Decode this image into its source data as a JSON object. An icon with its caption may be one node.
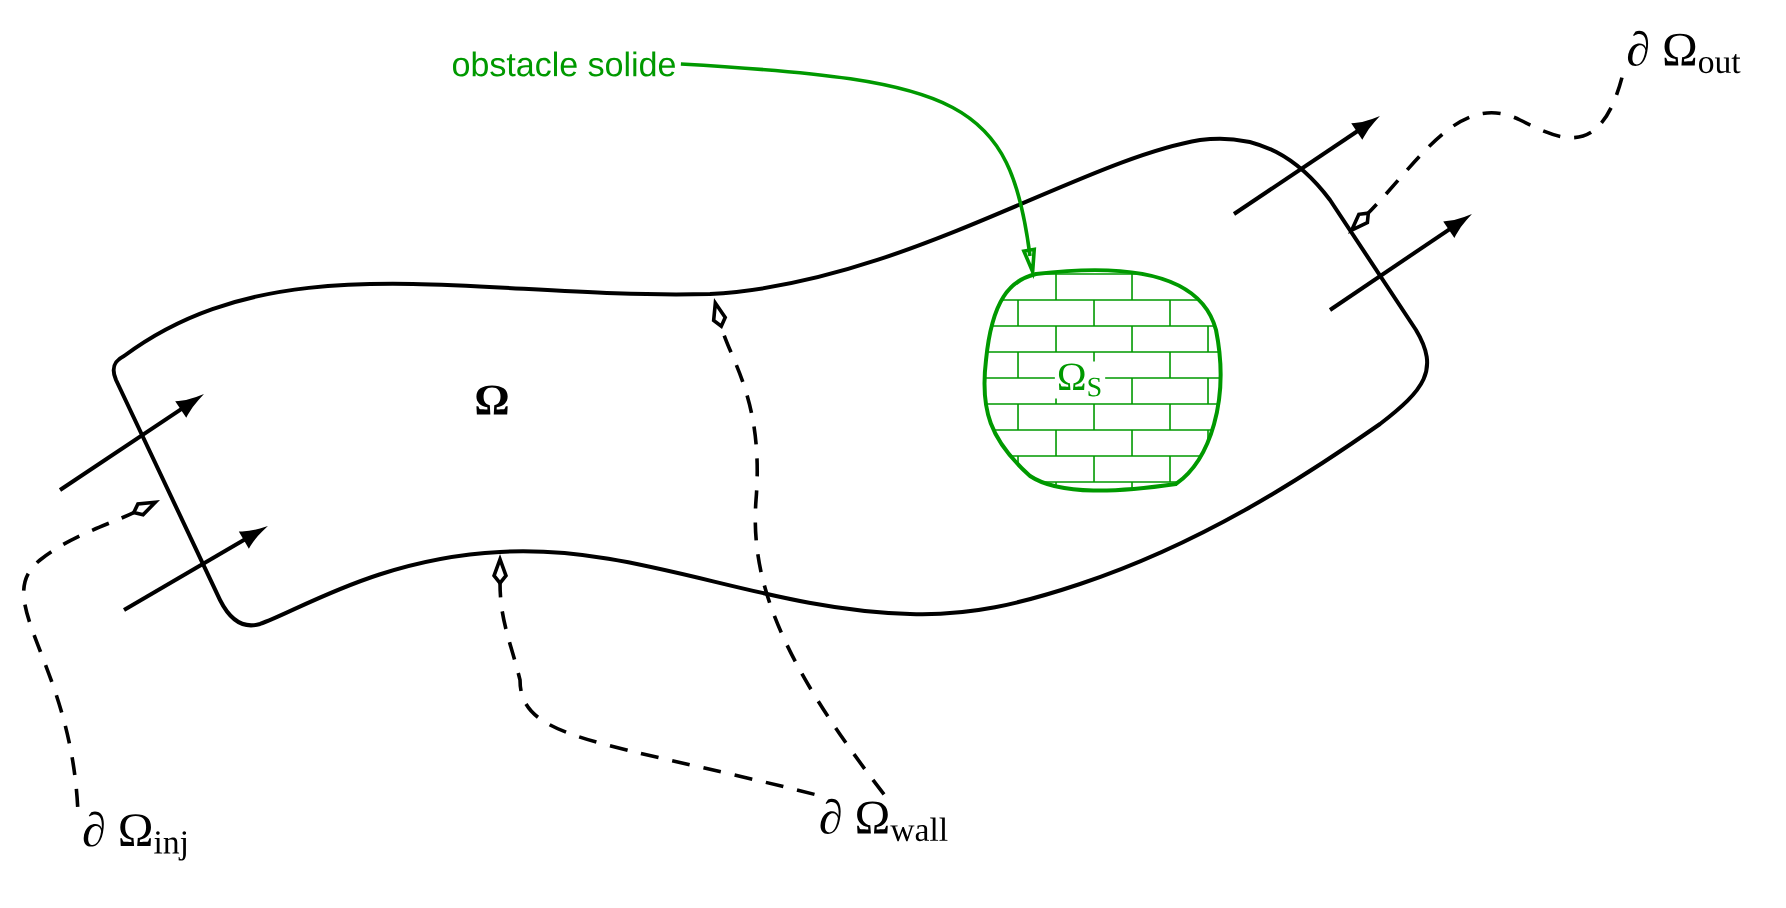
{
  "diagram": {
    "nodes": [
      {
        "text": [
          "Ω"
        ]
      },
      {
        "text": [
          "Ω$_{S}$"
        ],
        "in": 0
      },
      {
        "text": [
          "obstacle solide"
        ]
      },
      {
        "text": [
          "∂ Ω$_{inj}$"
        ]
      },
      {
        "text": [
          "∂ Ω$_{wall}$"
        ]
      },
      {
        "text": [
          "∂ Ω$_{out}$"
        ]
      }
    ],
    "edges": [
      {
        "from": 2,
        "to": 1,
        "arrow": "to",
        "color": "#009900"
      },
      {
        "from": 3,
        "to": 0,
        "arrow": "to",
        "style": "dashed"
      },
      {
        "from": 4,
        "to": 0,
        "arrow": "to",
        "style": "dashed"
      },
      {
        "from": 4,
        "to": 0,
        "arrow": "to",
        "style": "dashed"
      },
      {
        "from": 5,
        "to": 0,
        "arrow": "to",
        "style": "dashed"
      }
    ]
  }
}
